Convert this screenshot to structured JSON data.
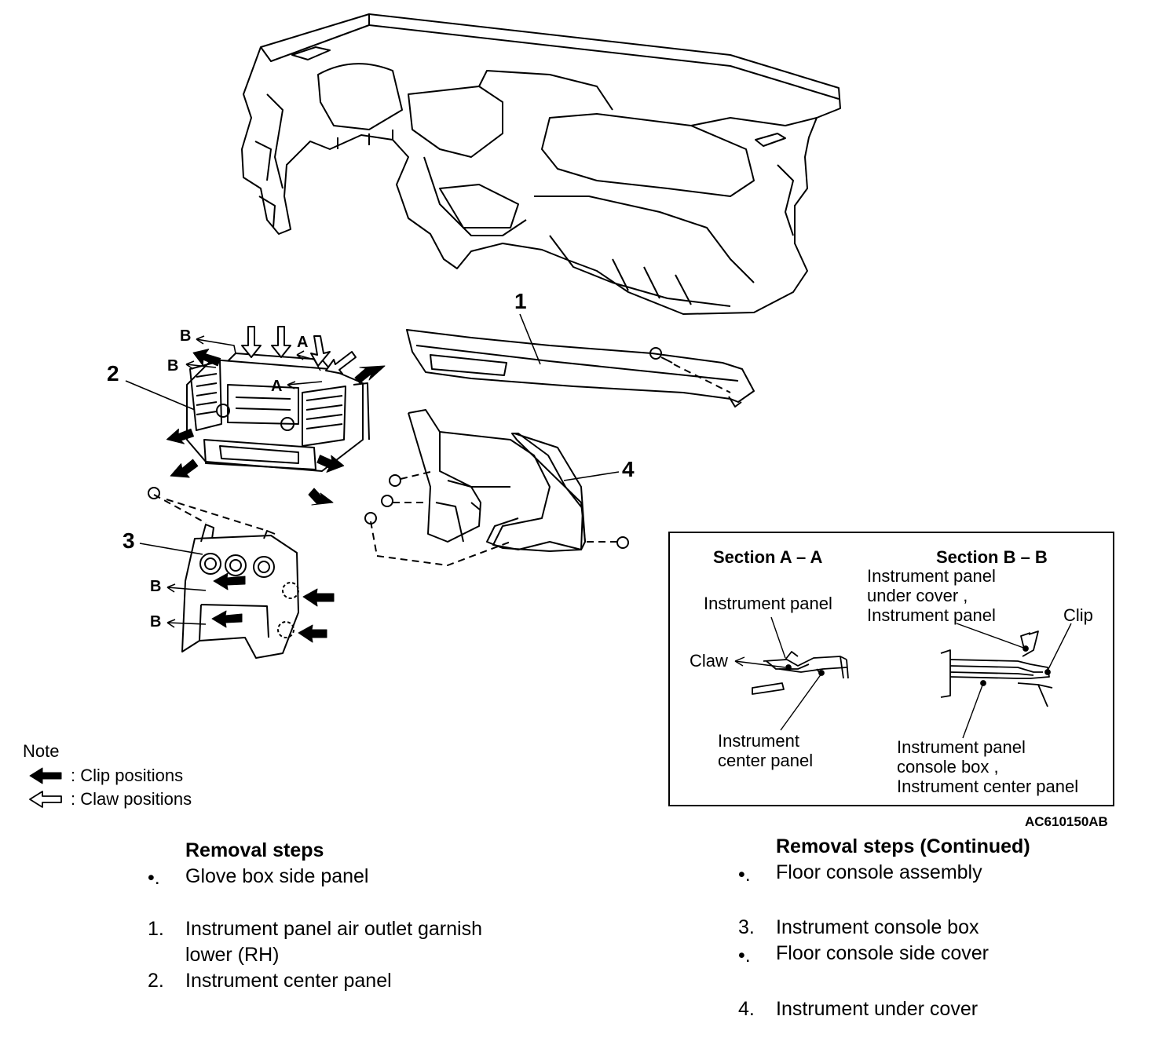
{
  "figure_code": "AC610150AB",
  "callouts": [
    "1",
    "2",
    "3",
    "4"
  ],
  "arrow_labels": {
    "a": "A",
    "b": "B"
  },
  "legend": {
    "heading": "Note",
    "clip": ": Clip positions",
    "claw": ": Claw positions"
  },
  "section_aa": {
    "title": "Section A – A",
    "instrument_panel": "Instrument panel",
    "claw": "Claw",
    "center_panel_line1": "Instrument",
    "center_panel_line2": "center panel"
  },
  "section_bb": {
    "title": "Section B – B",
    "under_cover_line1": "Instrument panel",
    "under_cover_line2": "under cover ,",
    "under_cover_line3": "Instrument panel",
    "clip": "Clip",
    "console_line1": "Instrument panel",
    "console_line2": "console box ,",
    "console_line3": "Instrument center panel"
  },
  "removal_steps": {
    "title": "Removal steps",
    "items": [
      {
        "marker": "•.",
        "text": "Glove box side panel"
      },
      {
        "marker": "1.",
        "text": "Instrument panel air outlet garnish"
      },
      {
        "marker": "",
        "text": "lower (RH)"
      },
      {
        "marker": "2.",
        "text": "Instrument center panel"
      }
    ]
  },
  "removal_steps_continued": {
    "title": "Removal steps (Continued)",
    "items": [
      {
        "marker": "•.",
        "text": "Floor console assembly"
      },
      {
        "marker": "3.",
        "text": "Instrument console box"
      },
      {
        "marker": "•.",
        "text": "Floor console side cover"
      },
      {
        "marker": "4.",
        "text": "Instrument under cover"
      }
    ]
  }
}
